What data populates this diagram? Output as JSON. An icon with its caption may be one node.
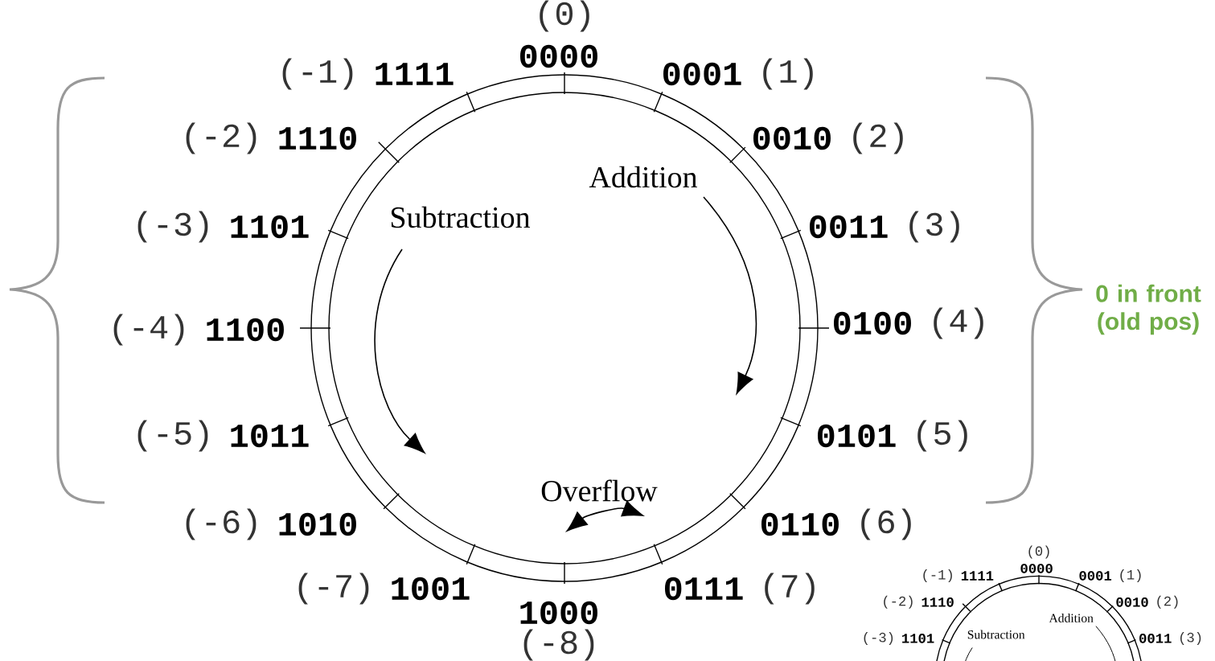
{
  "diagram": {
    "labels": [
      "(0)",
      "0000",
      "0001",
      "(1)",
      "0010",
      "(2)",
      "0011",
      "(3)",
      "0100",
      "(4)",
      "0101",
      "(5)",
      "0110",
      "(6)",
      "0111",
      "(7)",
      "1000",
      "(-8)",
      "(-7)",
      "1001",
      "(-6)",
      "1010",
      "(-5)",
      "1011",
      "(-4)",
      "1100",
      "(-3)",
      "1101",
      "(-2)",
      "1110",
      "(-1)",
      "1111",
      "Addition",
      "Subtraction",
      "Overflow",
      "0 in front (old pos)",
      "(0)",
      "0000",
      "0001",
      "(1)",
      "0010",
      "(2)",
      "0011",
      "(3)",
      "(-1)",
      "1111",
      "(-2)",
      "1110",
      "(-3)",
      "1101",
      "Addition",
      "Subtraction"
    ]
  }
}
